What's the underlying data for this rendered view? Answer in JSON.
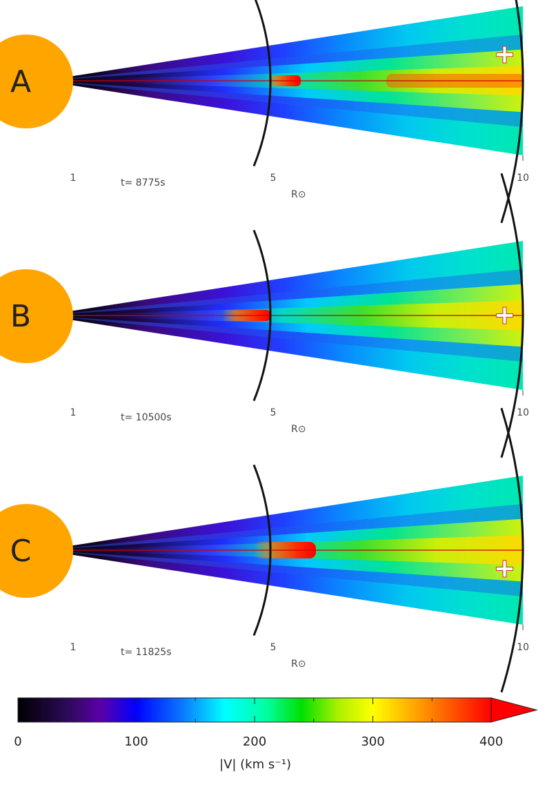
{
  "colors": {
    "sun": "#FFA500",
    "axis_line": "#CC0000",
    "arc": "#111111",
    "marker_fill": "#ffffff",
    "marker_stroke": "#d03030"
  },
  "panels": [
    {
      "letter": "A",
      "time_label": "t= 8775s",
      "ticks": [
        "1",
        "5",
        "10"
      ],
      "unit": "R⊙",
      "front_r": 5.6,
      "marker": {
        "r": 9.5,
        "offset": 0.35
      }
    },
    {
      "letter": "B",
      "time_label": "t= 10500s",
      "ticks": [
        "1",
        "5",
        "10"
      ],
      "unit": "R⊙",
      "front_r": 5.0,
      "marker": {
        "r": 9.5,
        "offset": 0
      }
    },
    {
      "letter": "C",
      "time_label": "t= 11825s",
      "ticks": [
        "1",
        "5",
        "10"
      ],
      "unit": "R⊙",
      "front_r": 5.9,
      "marker": {
        "r": 9.5,
        "offset": -0.25
      }
    }
  ],
  "colorbar": {
    "min": 0,
    "max": 400,
    "tick_labels": [
      "0",
      "100",
      "200",
      "300",
      "400"
    ],
    "title": "|V| (km s⁻¹)",
    "stops": [
      {
        "v": 0,
        "color": "#000000"
      },
      {
        "v": 40,
        "color": "#2a0a55"
      },
      {
        "v": 70,
        "color": "#5a00a8"
      },
      {
        "v": 100,
        "color": "#0000ff"
      },
      {
        "v": 140,
        "color": "#0a7cff"
      },
      {
        "v": 175,
        "color": "#00ffff"
      },
      {
        "v": 210,
        "color": "#00ffa0"
      },
      {
        "v": 240,
        "color": "#00e000"
      },
      {
        "v": 270,
        "color": "#a8f000"
      },
      {
        "v": 300,
        "color": "#ffff00"
      },
      {
        "v": 340,
        "color": "#ff9a00"
      },
      {
        "v": 400,
        "color": "#ff0000"
      }
    ]
  }
}
